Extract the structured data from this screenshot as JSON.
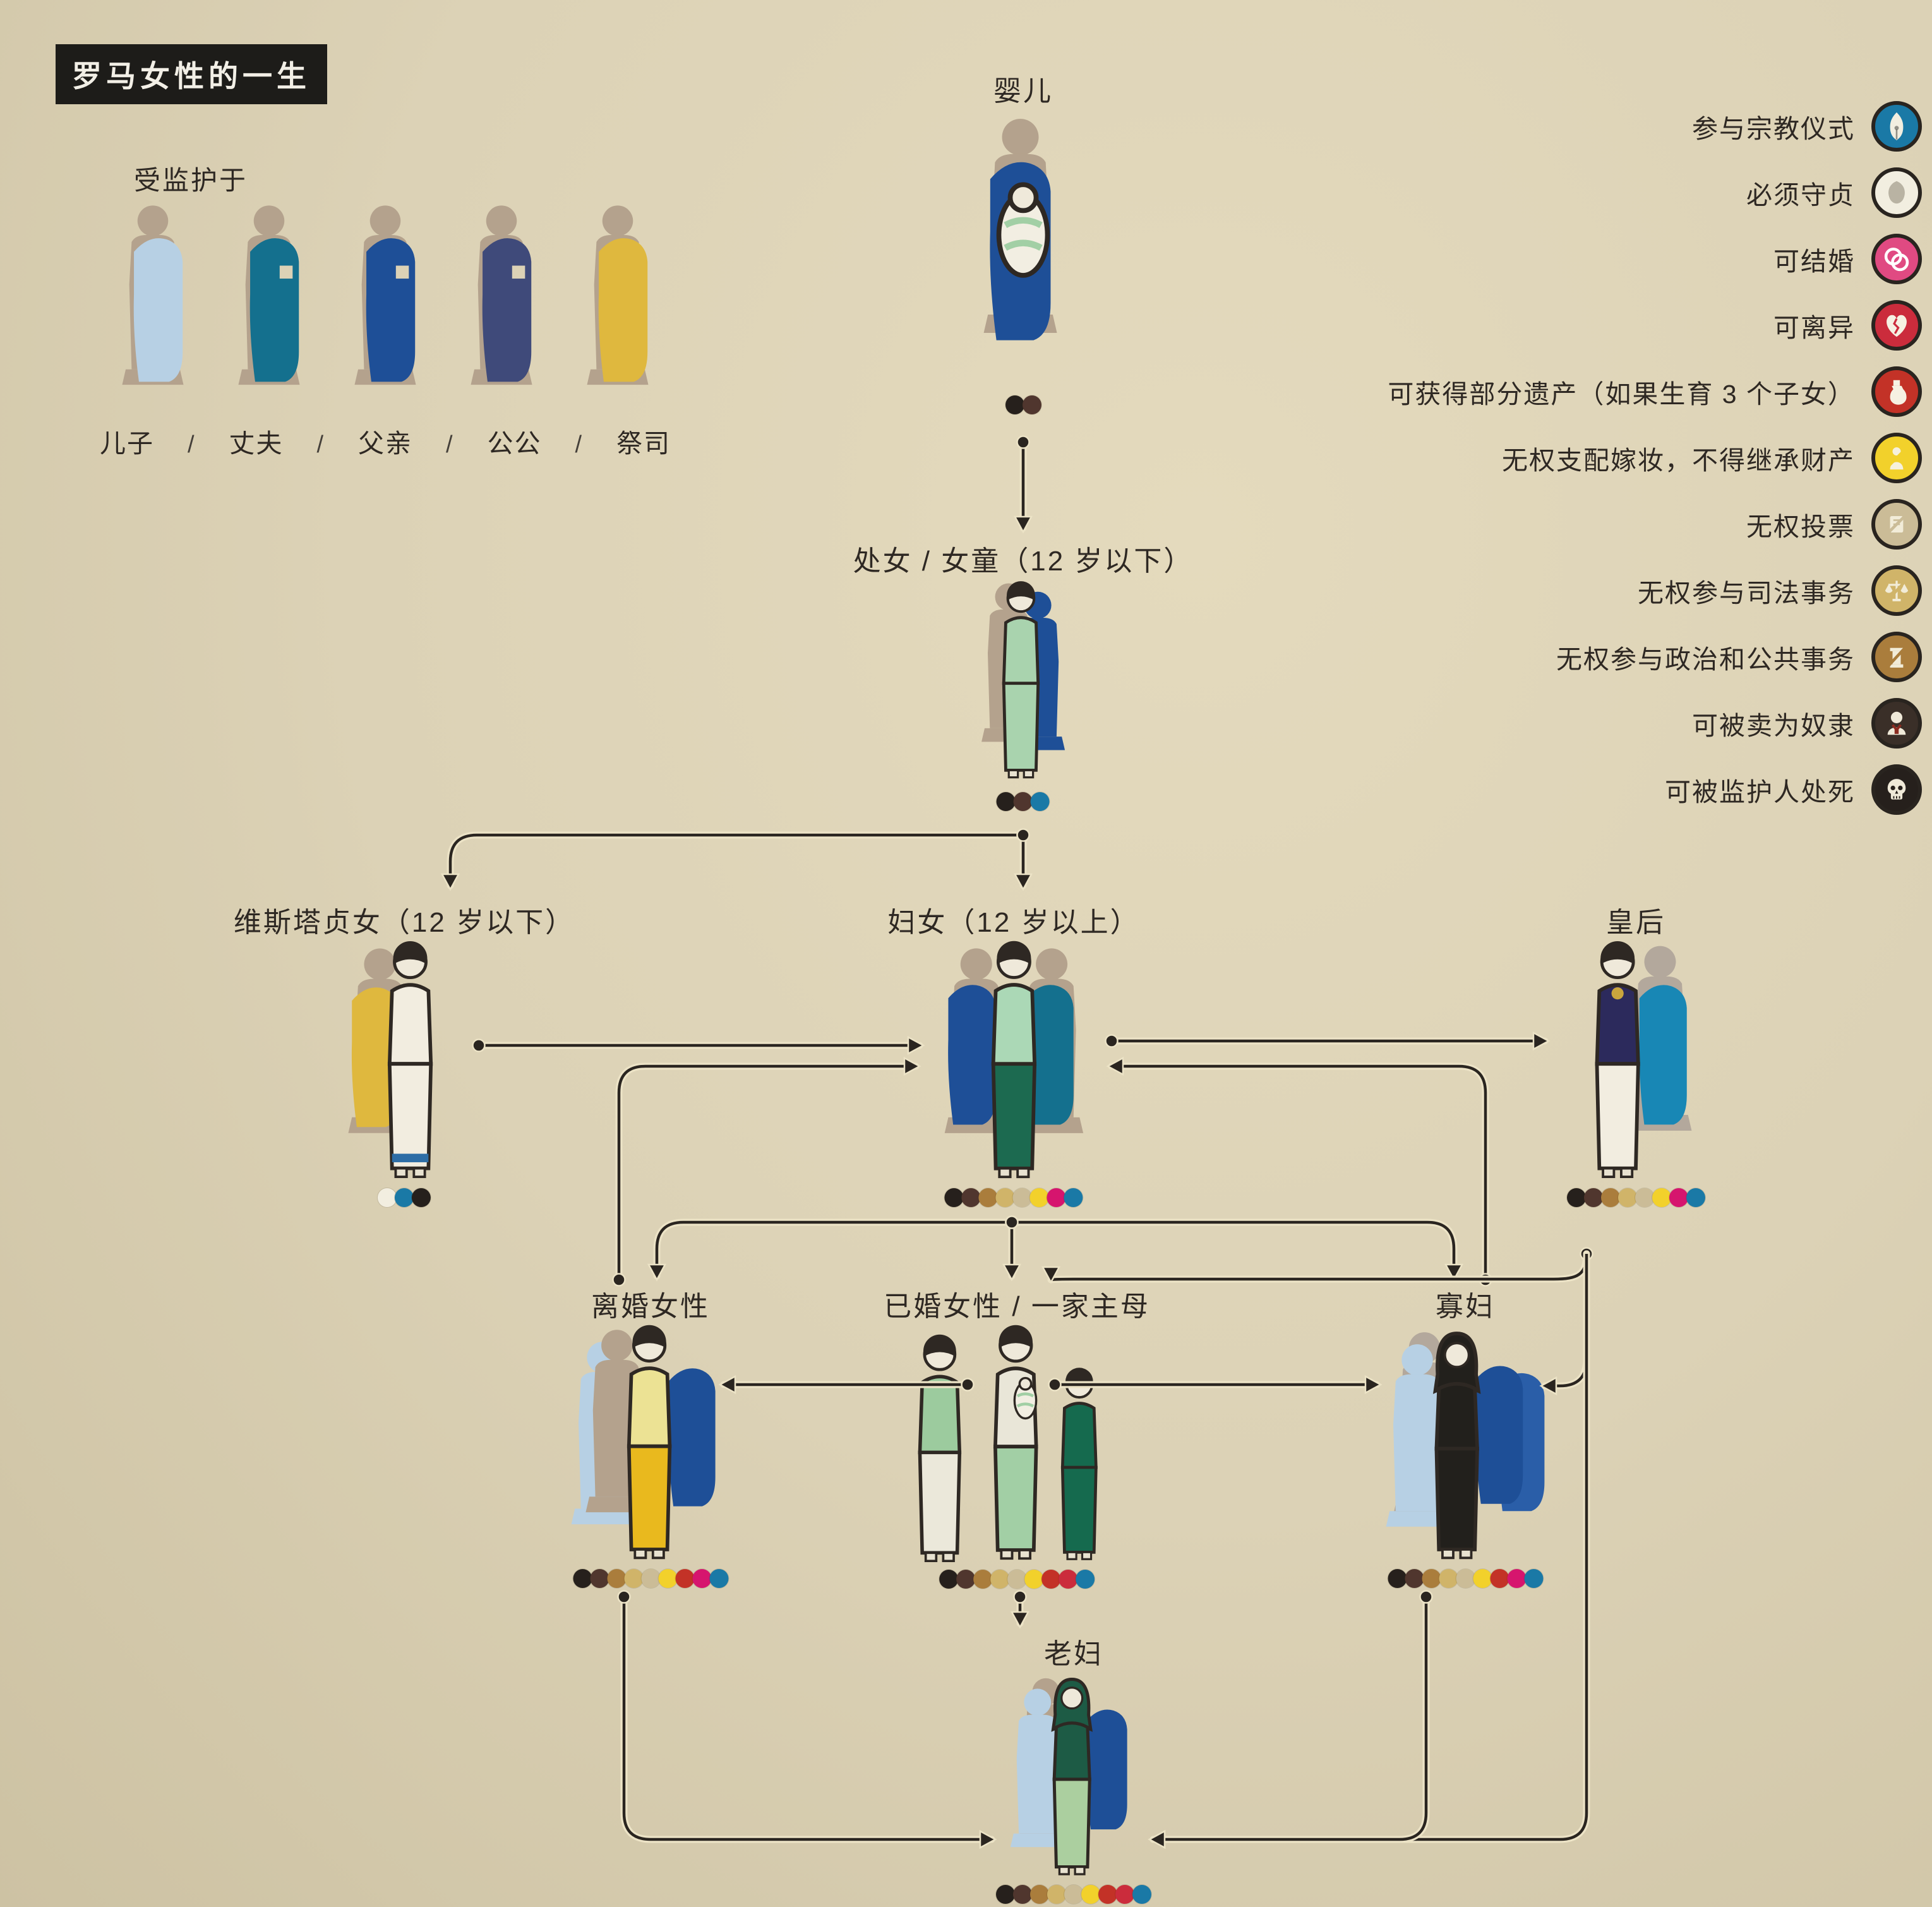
{
  "page": {
    "title": "罗马女性的一生"
  },
  "guardianship": {
    "heading": "受监护于",
    "separator": "/",
    "items": [
      {
        "label": "儿子",
        "color": "#b7d0e4"
      },
      {
        "label": "丈夫",
        "color": "#14708e"
      },
      {
        "label": "父亲",
        "color": "#1e4f97"
      },
      {
        "label": "公公",
        "color": "#3f4a7a"
      },
      {
        "label": "祭司",
        "color": "#dfb83e"
      }
    ]
  },
  "legend": {
    "items": [
      {
        "label": "参与宗教仪式",
        "icon": "pen-nib-icon",
        "color": "#1a79a6",
        "fg": "#f2eee0"
      },
      {
        "label": "必须守贞",
        "icon": "leaf-icon",
        "color": "#f2eee0",
        "fg": "#b9b3a3"
      },
      {
        "label": "可结婚",
        "icon": "rings-icon",
        "color": "#e04a82",
        "fg": "#ffffff"
      },
      {
        "label": "可离异",
        "icon": "broken-heart-icon",
        "color": "#cb2c3c",
        "fg": "#f6f1e2"
      },
      {
        "label": "可获得部分遗产（如果生育 3 个子女）",
        "icon": "money-bag-icon",
        "color": "#c33227",
        "fg": "#f6f1e2"
      },
      {
        "label": "无权支配嫁妆，不得继承财产",
        "icon": "no-dowry-icon",
        "color": "#f2d12b",
        "fg": "#f6f1dd"
      },
      {
        "label": "无权投票",
        "icon": "no-vote-icon",
        "color": "#cbbc97",
        "fg": "#f2ecd8"
      },
      {
        "label": "无权参与司法事务",
        "icon": "no-justice-icon",
        "color": "#d0b469",
        "fg": "#f2ecd8"
      },
      {
        "label": "无权参与政治和公共事务",
        "icon": "no-politics-icon",
        "color": "#aa7d3c",
        "fg": "#f2ecd8"
      },
      {
        "label": "可被卖为奴隶",
        "icon": "slave-bust-icon",
        "color": "#3a2f28",
        "fg": "#efe9d8"
      },
      {
        "label": "可被监护人处死",
        "icon": "skull-icon",
        "color": "#26201c",
        "fg": "#efe9d8"
      }
    ]
  },
  "dot_colors": {
    "religion": "#1a79a6",
    "chastity": "#f2eee0",
    "marry": "#d6156e",
    "divorce": "#cb2c3c",
    "inherit": "#c33227",
    "dowry": "#f2d12b",
    "vote": "#cbbc97",
    "justice": "#d0b469",
    "politics": "#aa7d3c",
    "slave": "#50362e",
    "death": "#26201c"
  },
  "nodes": [
    {
      "id": "infant",
      "label": "婴儿",
      "rights": [
        "death",
        "slave"
      ]
    },
    {
      "id": "girl",
      "label": "处女 / 女童（12 岁以下）",
      "rights": [
        "death",
        "slave",
        "religion"
      ]
    },
    {
      "id": "vestal",
      "label": "维斯塔贞女（12 岁以下）",
      "rights": [
        "chastity",
        "religion",
        "death"
      ]
    },
    {
      "id": "woman",
      "label": "妇女（12 岁以上）",
      "rights": [
        "death",
        "slave",
        "politics",
        "justice",
        "vote",
        "dowry",
        "marry",
        "religion"
      ]
    },
    {
      "id": "empress",
      "label": "皇后",
      "rights": [
        "death",
        "slave",
        "politics",
        "justice",
        "vote",
        "dowry",
        "marry",
        "religion"
      ]
    },
    {
      "id": "divorced",
      "label": "离婚女性",
      "rights": [
        "death",
        "slave",
        "politics",
        "justice",
        "vote",
        "dowry",
        "inherit",
        "marry",
        "religion"
      ]
    },
    {
      "id": "married",
      "label": "已婚女性 / 一家主母",
      "rights": [
        "death",
        "slave",
        "politics",
        "justice",
        "vote",
        "dowry",
        "inherit",
        "divorce",
        "religion"
      ]
    },
    {
      "id": "widow",
      "label": "寡妇",
      "rights": [
        "death",
        "slave",
        "politics",
        "justice",
        "vote",
        "dowry",
        "inherit",
        "marry",
        "religion"
      ]
    },
    {
      "id": "old",
      "label": "老妇",
      "rights": [
        "death",
        "slave",
        "politics",
        "justice",
        "vote",
        "dowry",
        "inherit",
        "divorce",
        "religion"
      ]
    }
  ],
  "edges": [
    {
      "from": "infant",
      "to": "girl"
    },
    {
      "from": "girl",
      "to": "vestal"
    },
    {
      "from": "girl",
      "to": "woman"
    },
    {
      "from": "vestal",
      "to": "woman"
    },
    {
      "from": "woman",
      "to": "empress"
    },
    {
      "from": "divorced",
      "to": "woman"
    },
    {
      "from": "widow",
      "to": "woman"
    },
    {
      "from": "woman",
      "to": "divorced"
    },
    {
      "from": "woman",
      "to": "married"
    },
    {
      "from": "woman",
      "to": "widow"
    },
    {
      "from": "empress",
      "to": "married"
    },
    {
      "from": "empress",
      "to": "widow"
    },
    {
      "from": "empress",
      "to": "old"
    },
    {
      "from": "married",
      "to": "divorced"
    },
    {
      "from": "married",
      "to": "widow"
    },
    {
      "from": "married",
      "to": "old"
    },
    {
      "from": "divorced",
      "to": "old"
    },
    {
      "from": "widow",
      "to": "old"
    }
  ]
}
